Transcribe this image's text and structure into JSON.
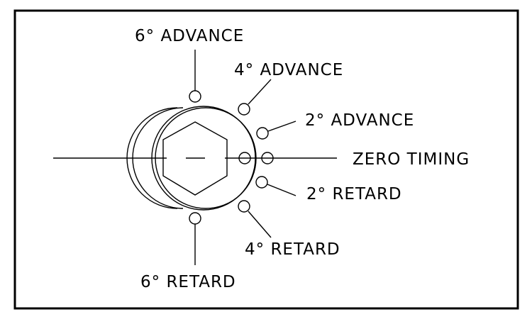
{
  "labels": {
    "adv6": "6° ADVANCE",
    "adv4": "4° ADVANCE",
    "adv2": "2° ADVANCE",
    "zero": "ZERO TIMING",
    "ret2": "2° RETARD",
    "ret4": "4° RETARD",
    "ret6": "6° RETARD"
  }
}
